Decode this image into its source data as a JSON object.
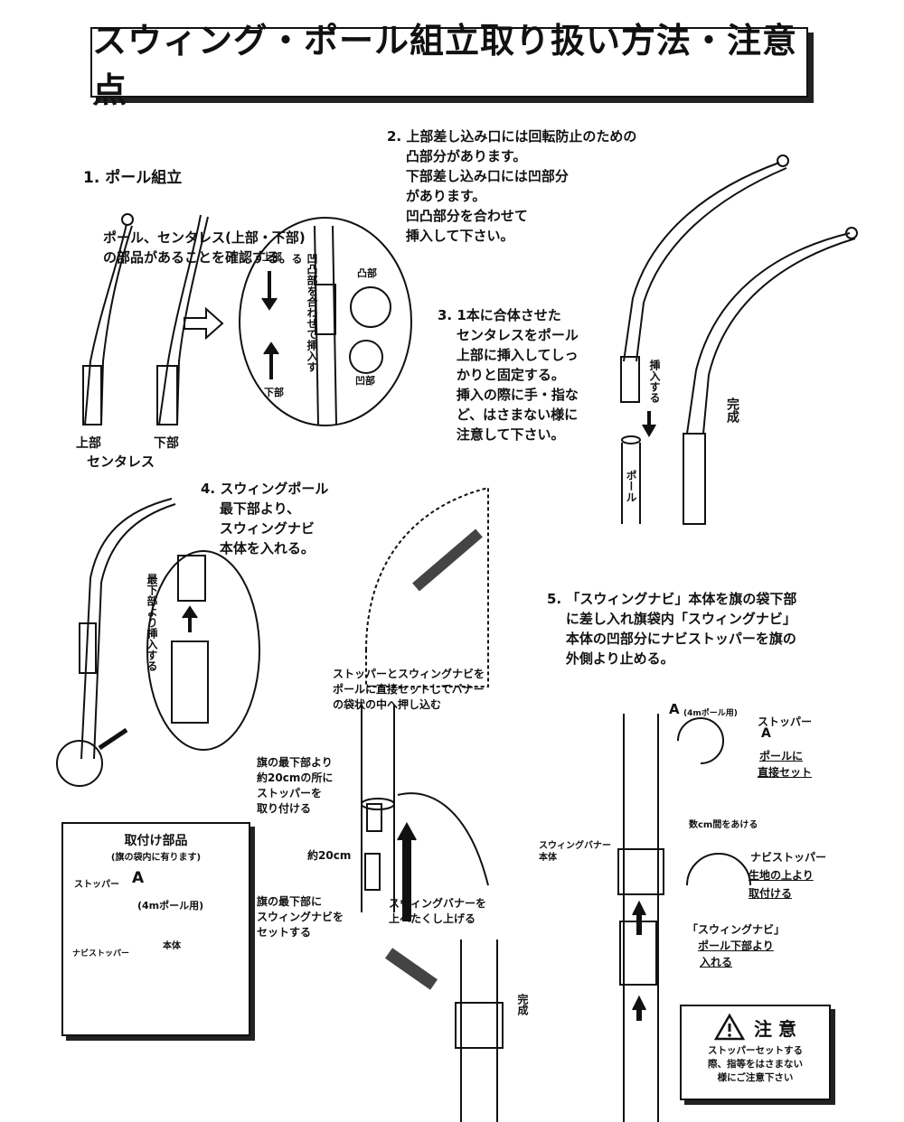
{
  "title": "スウィング・ポール組立取り扱い方法・注意点",
  "step1": {
    "heading": "1. ポール組立",
    "body": "ポール、センタレス(上部・下部)\nの部品があることを確認する。",
    "upper": "上部",
    "lower": "下部",
    "centerless": "センタレス",
    "zoom_upper": "上部",
    "zoom_lower": "下部",
    "zoom_convex": "凸部",
    "zoom_concave": "凹部",
    "zoom_vertical": "凹凸部を合わせて挿入する"
  },
  "step2": {
    "body": "2. 上部差し込み口には回転防止のための\n    凸部分があります。\n    下部差し込み口には凹部分\n    があります。\n    凹凸部分を合わせて\n    挿入して下さい。"
  },
  "step3": {
    "body": "3. 1本に合体させた\n    センタレスをポール\n    上部に挿入してしっ\n    かりと固定する。\n    挿入の際に手・指な\n    ど、はさまない様に\n    注意して下さい。",
    "insert": "挿入する",
    "pole": "ポール",
    "done": "完成"
  },
  "step4": {
    "body": "4. スウィングポール\n    最下部より、\n    スウィングナビ\n    本体を入れる。",
    "zoom_text": "最下部より挿入する"
  },
  "middle": {
    "banner_note": "ストッパーとスウィングナビを\nポールに直接セットしてバナー\nの袋状の中へ押し込む",
    "stopper_note": "旗の最下部より\n約20cmの所に\nストッパーを\n取り付ける",
    "dist": "約20cm",
    "navi_note": "旗の最下部に\nスウィングナビを\nセットする",
    "lift_note": "スウィングバナーを\n上へたくし上げる",
    "done": "完成"
  },
  "step5": {
    "body": "5. 「スウィングナビ」本体を旗の袋下部\n    に差し入れ旗袋内「スウィングナビ」\n    本体の凹部分にナビストッパーを旗の\n    外側より止める。",
    "a_label": "A",
    "a_sub": "(4mポール用)",
    "stopper_a": "ストッパー",
    "stopper_a_letter": "A",
    "stopper_a_note1": "ポールに",
    "stopper_a_note2": "直接セット",
    "gap": "数cm間をあける",
    "banner": "スウィングバナー\n本体",
    "navi_stopper": "ナビストッパー",
    "navi_stopper_note1": "生地の上より",
    "navi_stopper_note2": "取付ける",
    "navi1": "「スウィングナビ」",
    "navi2": "ポール下部より",
    "navi3": "入れる"
  },
  "parts": {
    "title": "取付け部品",
    "subtitle": "(旗の袋内に有ります)",
    "stopper": "ストッパー",
    "letter": "A",
    "for4m": "(4mポール用)",
    "navi_stopper": "ナビストッパー",
    "body": "本体"
  },
  "caution": {
    "title": "注 意",
    "body": "ストッパーセットする\n際、指等をはさまない\n様にご注意下さい"
  }
}
